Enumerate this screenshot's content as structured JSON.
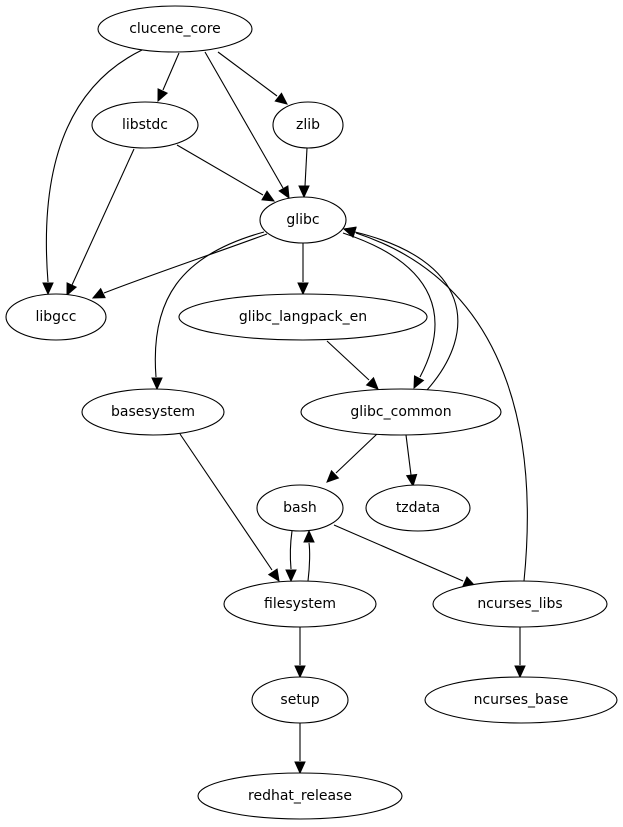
{
  "diagram": {
    "type": "directed-graph",
    "colors": {
      "stroke": "#000000",
      "fill": "#ffffff",
      "text": "#000000"
    },
    "nodes": [
      {
        "id": "clucene_core",
        "label": "clucene_core"
      },
      {
        "id": "libstdc",
        "label": "libstdc"
      },
      {
        "id": "zlib",
        "label": "zlib"
      },
      {
        "id": "glibc",
        "label": "glibc"
      },
      {
        "id": "libgcc",
        "label": "libgcc"
      },
      {
        "id": "glibc_langpack_en",
        "label": "glibc_langpack_en"
      },
      {
        "id": "basesystem",
        "label": "basesystem"
      },
      {
        "id": "glibc_common",
        "label": "glibc_common"
      },
      {
        "id": "bash",
        "label": "bash"
      },
      {
        "id": "tzdata",
        "label": "tzdata"
      },
      {
        "id": "filesystem",
        "label": "filesystem"
      },
      {
        "id": "ncurses_libs",
        "label": "ncurses_libs"
      },
      {
        "id": "setup",
        "label": "setup"
      },
      {
        "id": "ncurses_base",
        "label": "ncurses_base"
      },
      {
        "id": "redhat_release",
        "label": "redhat_release"
      }
    ],
    "edges": [
      {
        "from": "clucene_core",
        "to": "libgcc"
      },
      {
        "from": "clucene_core",
        "to": "libstdc"
      },
      {
        "from": "clucene_core",
        "to": "glibc"
      },
      {
        "from": "clucene_core",
        "to": "zlib"
      },
      {
        "from": "libstdc",
        "to": "glibc"
      },
      {
        "from": "libstdc",
        "to": "libgcc"
      },
      {
        "from": "zlib",
        "to": "glibc"
      },
      {
        "from": "glibc",
        "to": "libgcc"
      },
      {
        "from": "glibc",
        "to": "glibc_langpack_en"
      },
      {
        "from": "glibc",
        "to": "basesystem"
      },
      {
        "from": "glibc",
        "to": "glibc_common"
      },
      {
        "from": "glibc_langpack_en",
        "to": "glibc_common"
      },
      {
        "from": "glibc_common",
        "to": "glibc"
      },
      {
        "from": "glibc_common",
        "to": "bash"
      },
      {
        "from": "glibc_common",
        "to": "tzdata"
      },
      {
        "from": "basesystem",
        "to": "filesystem"
      },
      {
        "from": "bash",
        "to": "filesystem"
      },
      {
        "from": "filesystem",
        "to": "bash"
      },
      {
        "from": "bash",
        "to": "ncurses_libs"
      },
      {
        "from": "ncurses_libs",
        "to": "glibc"
      },
      {
        "from": "ncurses_libs",
        "to": "ncurses_base"
      },
      {
        "from": "filesystem",
        "to": "setup"
      },
      {
        "from": "setup",
        "to": "redhat_release"
      }
    ]
  }
}
